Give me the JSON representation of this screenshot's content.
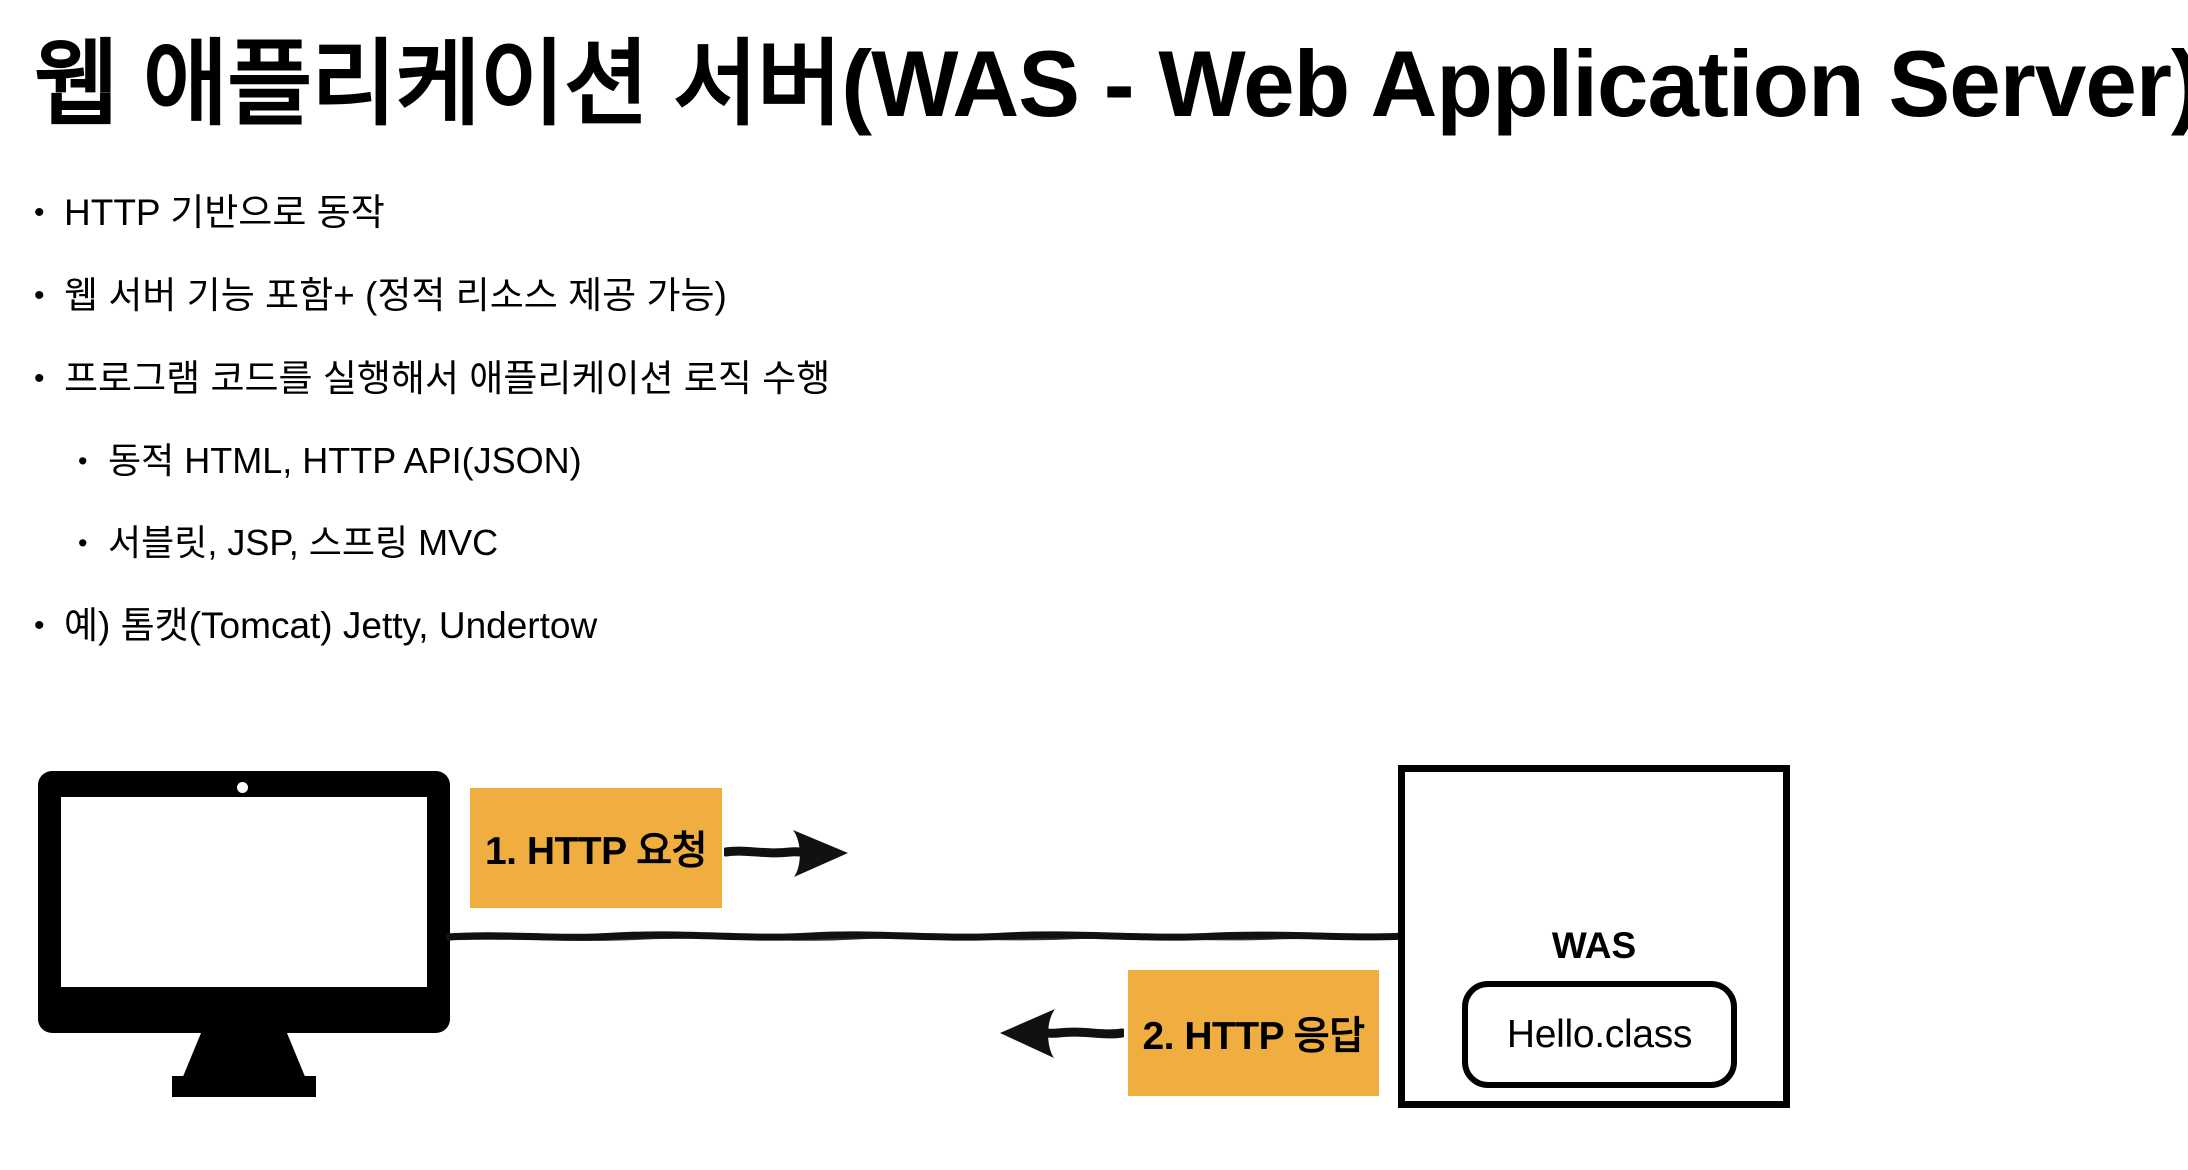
{
  "slide": {
    "title": "웹 애플리케이션 서버(WAS - Web Application Server)",
    "background_color": "#FFFFFF",
    "text_color": "#000000"
  },
  "bullets": [
    {
      "level": 1,
      "marker": "•",
      "text": "HTTP 기반으로 동작"
    },
    {
      "level": 1,
      "marker": "•",
      "text": "웹 서버 기능 포함+ (정적 리소스 제공 가능)"
    },
    {
      "level": 1,
      "marker": "•",
      "text": "프로그램 코드를 실행해서 애플리케이션 로직 수행"
    },
    {
      "level": 2,
      "marker": "•",
      "text": "동적 HTML, HTTP API(JSON)"
    },
    {
      "level": 2,
      "marker": "•",
      "text": "서블릿, JSP, 스프링 MVC"
    },
    {
      "level": 1,
      "marker": "•",
      "text": "예) 톰캣(Tomcat) Jetty, Undertow"
    }
  ],
  "diagram": {
    "accent_color": "#EFAE3F",
    "line_color": "#000000",
    "client": {
      "icon": "desktop-monitor-icon"
    },
    "connection": {
      "icon": "hand-drawn-line"
    },
    "steps": [
      {
        "id": "request",
        "label": "1. HTTP 요청",
        "arrow_icon": "arrow-right-icon",
        "direction": "right"
      },
      {
        "id": "response",
        "label": "2. HTTP 응답",
        "arrow_icon": "arrow-left-icon",
        "direction": "left"
      }
    ],
    "server": {
      "label": "WAS",
      "artifact": "Hello.class"
    }
  }
}
